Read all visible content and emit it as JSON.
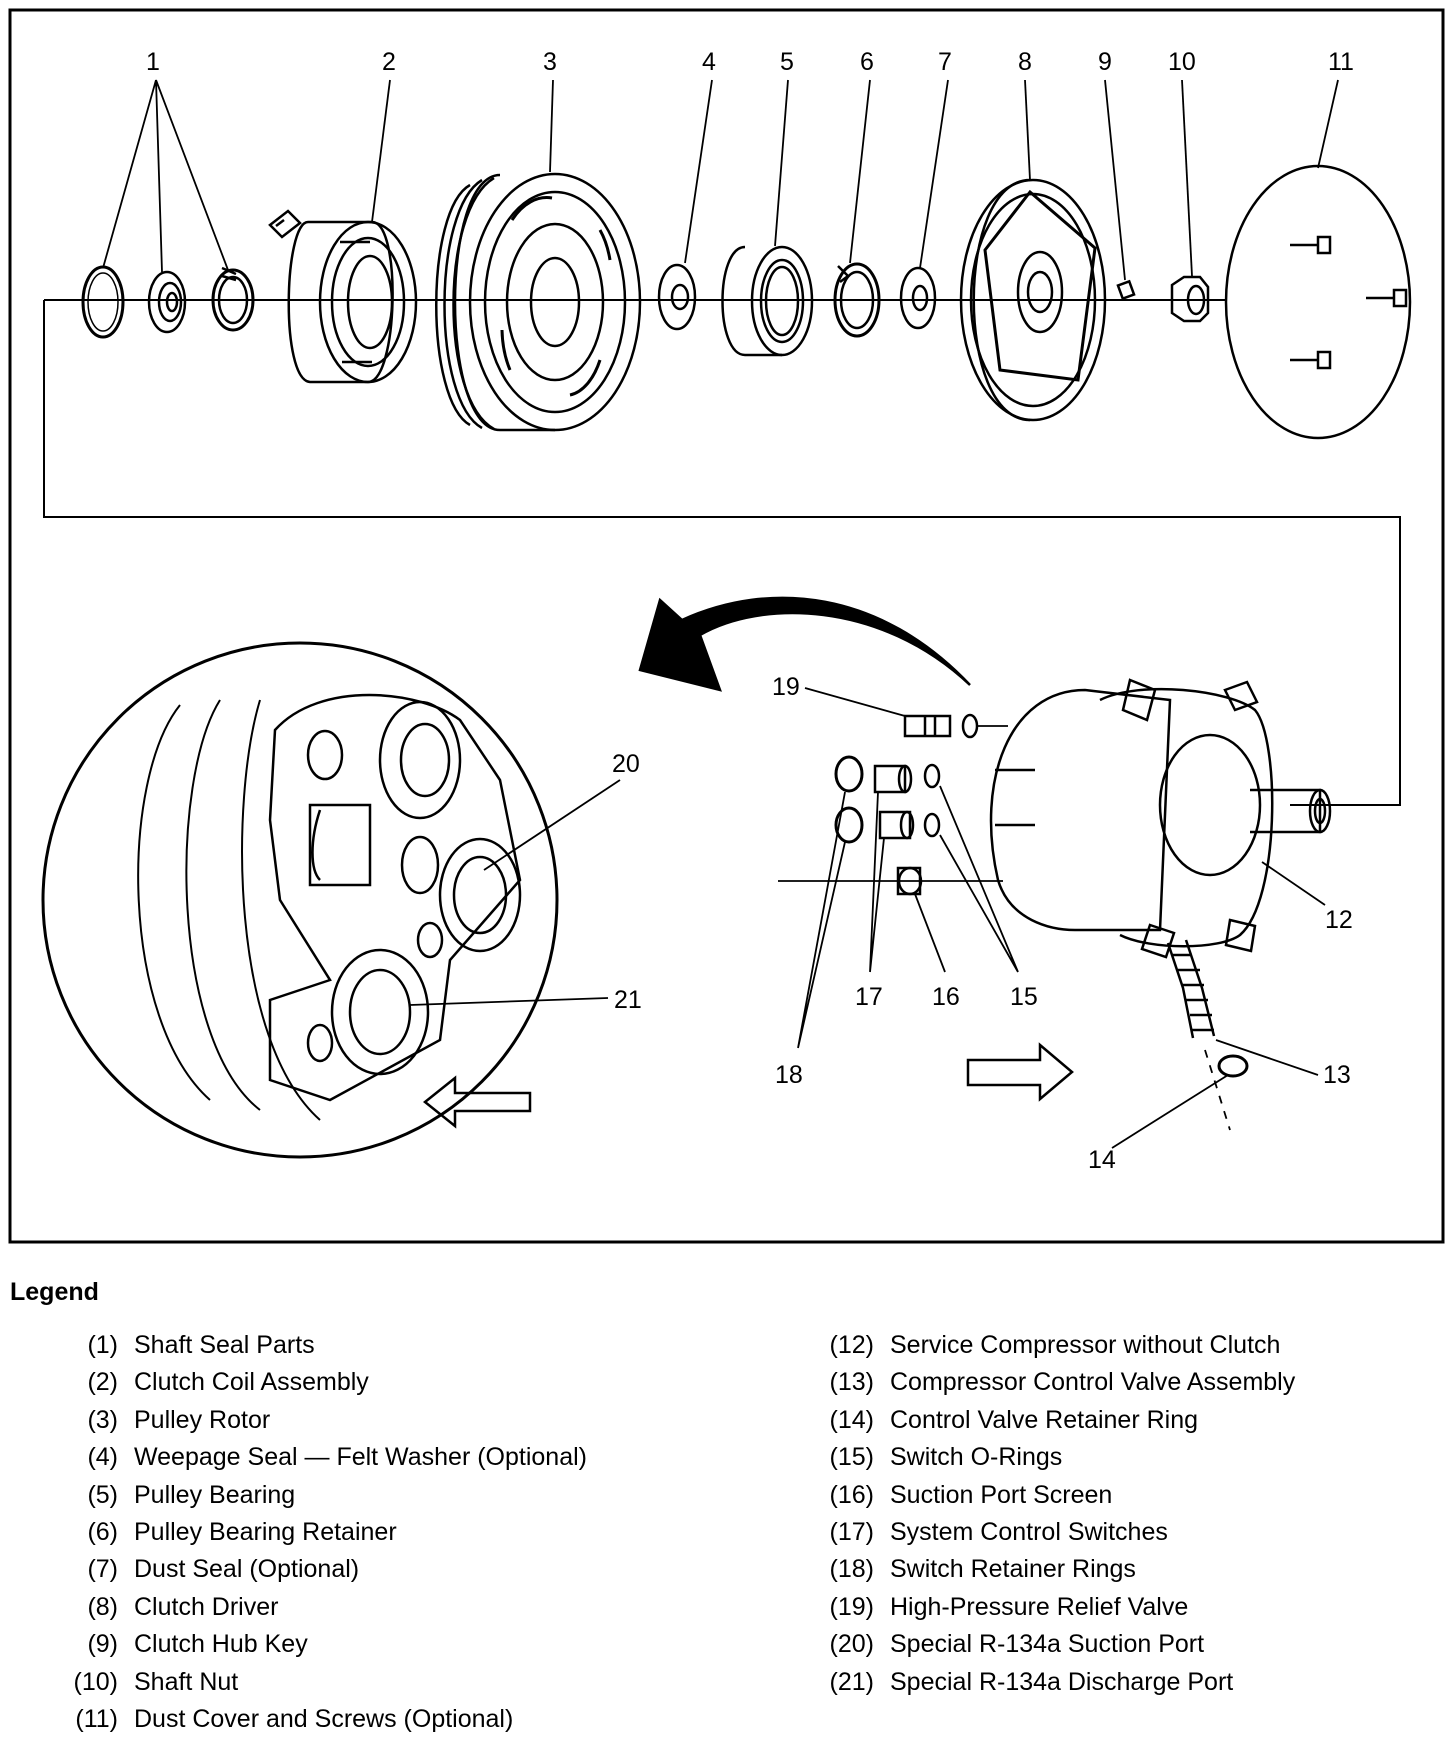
{
  "callouts": {
    "c1": "1",
    "c2": "2",
    "c3": "3",
    "c4": "4",
    "c5": "5",
    "c6": "6",
    "c7": "7",
    "c8": "8",
    "c9": "9",
    "c10": "10",
    "c11": "11",
    "c12": "12",
    "c13": "13",
    "c14": "14",
    "c15": "15",
    "c16": "16",
    "c17": "17",
    "c18": "18",
    "c19": "19",
    "c20": "20",
    "c21": "21"
  },
  "legend": {
    "title": "Legend",
    "left": [
      {
        "num": "(1)",
        "label": "Shaft Seal Parts"
      },
      {
        "num": "(2)",
        "label": "Clutch Coil Assembly"
      },
      {
        "num": "(3)",
        "label": "Pulley Rotor"
      },
      {
        "num": "(4)",
        "label": "Weepage Seal — Felt Washer (Optional)"
      },
      {
        "num": "(5)",
        "label": "Pulley Bearing"
      },
      {
        "num": "(6)",
        "label": "Pulley Bearing Retainer"
      },
      {
        "num": "(7)",
        "label": "Dust Seal (Optional)"
      },
      {
        "num": "(8)",
        "label": "Clutch Driver"
      },
      {
        "num": "(9)",
        "label": "Clutch Hub Key"
      },
      {
        "num": "(10)",
        "label": "Shaft Nut"
      },
      {
        "num": "(11)",
        "label": "Dust Cover and Screws (Optional)"
      }
    ],
    "right": [
      {
        "num": "(12)",
        "label": "Service Compressor without Clutch"
      },
      {
        "num": "(13)",
        "label": "Compressor Control Valve Assembly"
      },
      {
        "num": "(14)",
        "label": "Control Valve Retainer Ring"
      },
      {
        "num": "(15)",
        "label": "Switch O-Rings"
      },
      {
        "num": "(16)",
        "label": "Suction Port Screen"
      },
      {
        "num": "(17)",
        "label": "System Control Switches"
      },
      {
        "num": "(18)",
        "label": "Switch Retainer Rings"
      },
      {
        "num": "(19)",
        "label": "High-Pressure Relief Valve"
      },
      {
        "num": "(20)",
        "label": "Special R-134a Suction Port"
      },
      {
        "num": "(21)",
        "label": "Special R-134a Discharge Port"
      }
    ]
  }
}
